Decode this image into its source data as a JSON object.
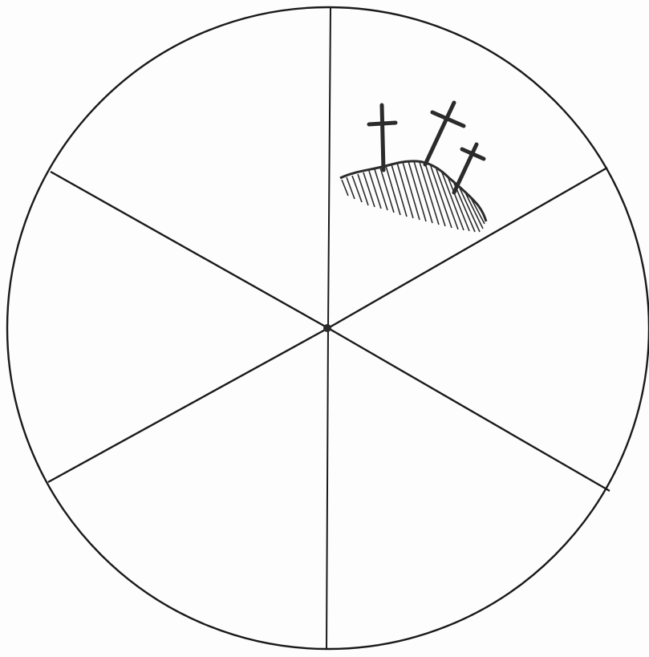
{
  "diagram": {
    "kind": "wheel",
    "segment_count": 6,
    "segments": [
      {
        "position": "top-right",
        "illustration": "three-crosses-on-hill-icon"
      },
      {
        "position": "right",
        "illustration": ""
      },
      {
        "position": "bottom-right",
        "illustration": ""
      },
      {
        "position": "bottom-left",
        "illustration": ""
      },
      {
        "position": "left",
        "illustration": ""
      },
      {
        "position": "top-left",
        "illustration": ""
      }
    ],
    "colors": {
      "line": "#1a1a1a",
      "paper": "#fdfdfd",
      "ink": "#2b2b2b"
    }
  }
}
